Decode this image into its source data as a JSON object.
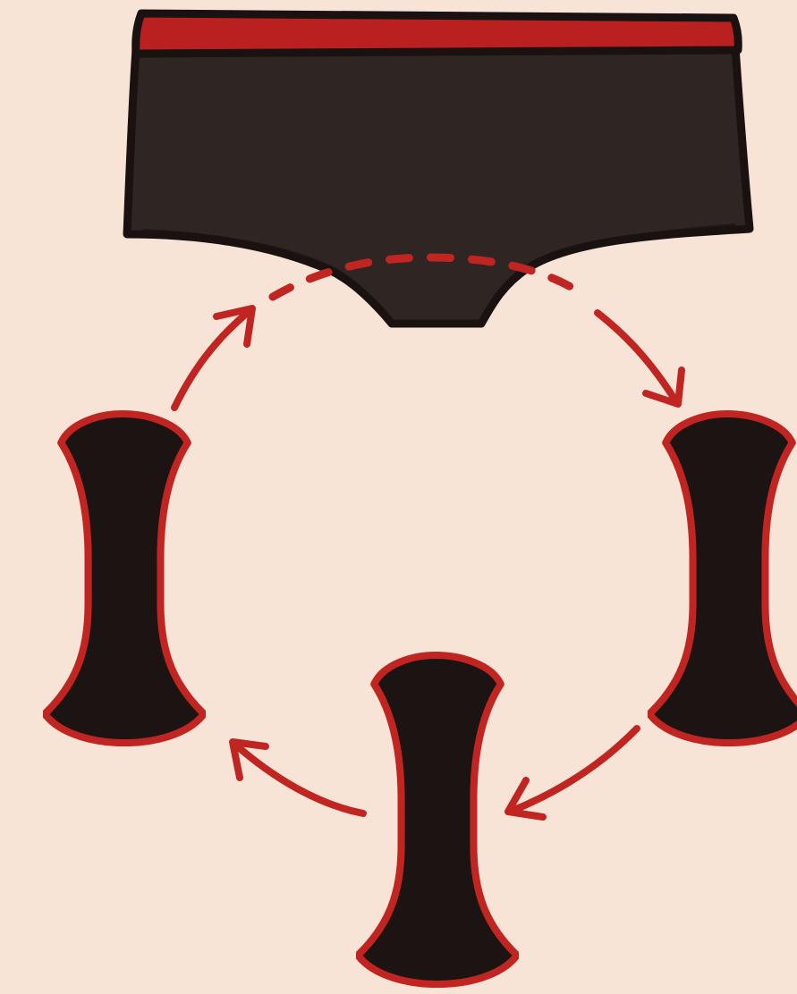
{
  "colors": {
    "background": "#f8e4d6",
    "garment_fill": "#2f2523",
    "garment_outline": "#1a1211",
    "waistband": "#b9201f",
    "pad_fill": "#1c1313",
    "pad_outline": "#c02522",
    "arrow": "#c02522"
  },
  "diagram": {
    "nodes": [
      {
        "id": "underwear",
        "kind": "garment",
        "icon": "underwear-icon"
      },
      {
        "id": "pad-right",
        "kind": "pad",
        "icon": "pad-icon"
      },
      {
        "id": "pad-bottom",
        "kind": "pad",
        "icon": "pad-icon"
      },
      {
        "id": "pad-left",
        "kind": "pad",
        "icon": "pad-icon"
      }
    ],
    "edges": [
      {
        "from": "underwear",
        "to": "pad-right",
        "style": "dashed-then-solid"
      },
      {
        "from": "pad-right",
        "to": "pad-bottom",
        "style": "solid"
      },
      {
        "from": "pad-bottom",
        "to": "pad-left",
        "style": "solid"
      },
      {
        "from": "pad-left",
        "to": "underwear",
        "style": "solid"
      }
    ],
    "cycle_direction": "clockwise"
  }
}
